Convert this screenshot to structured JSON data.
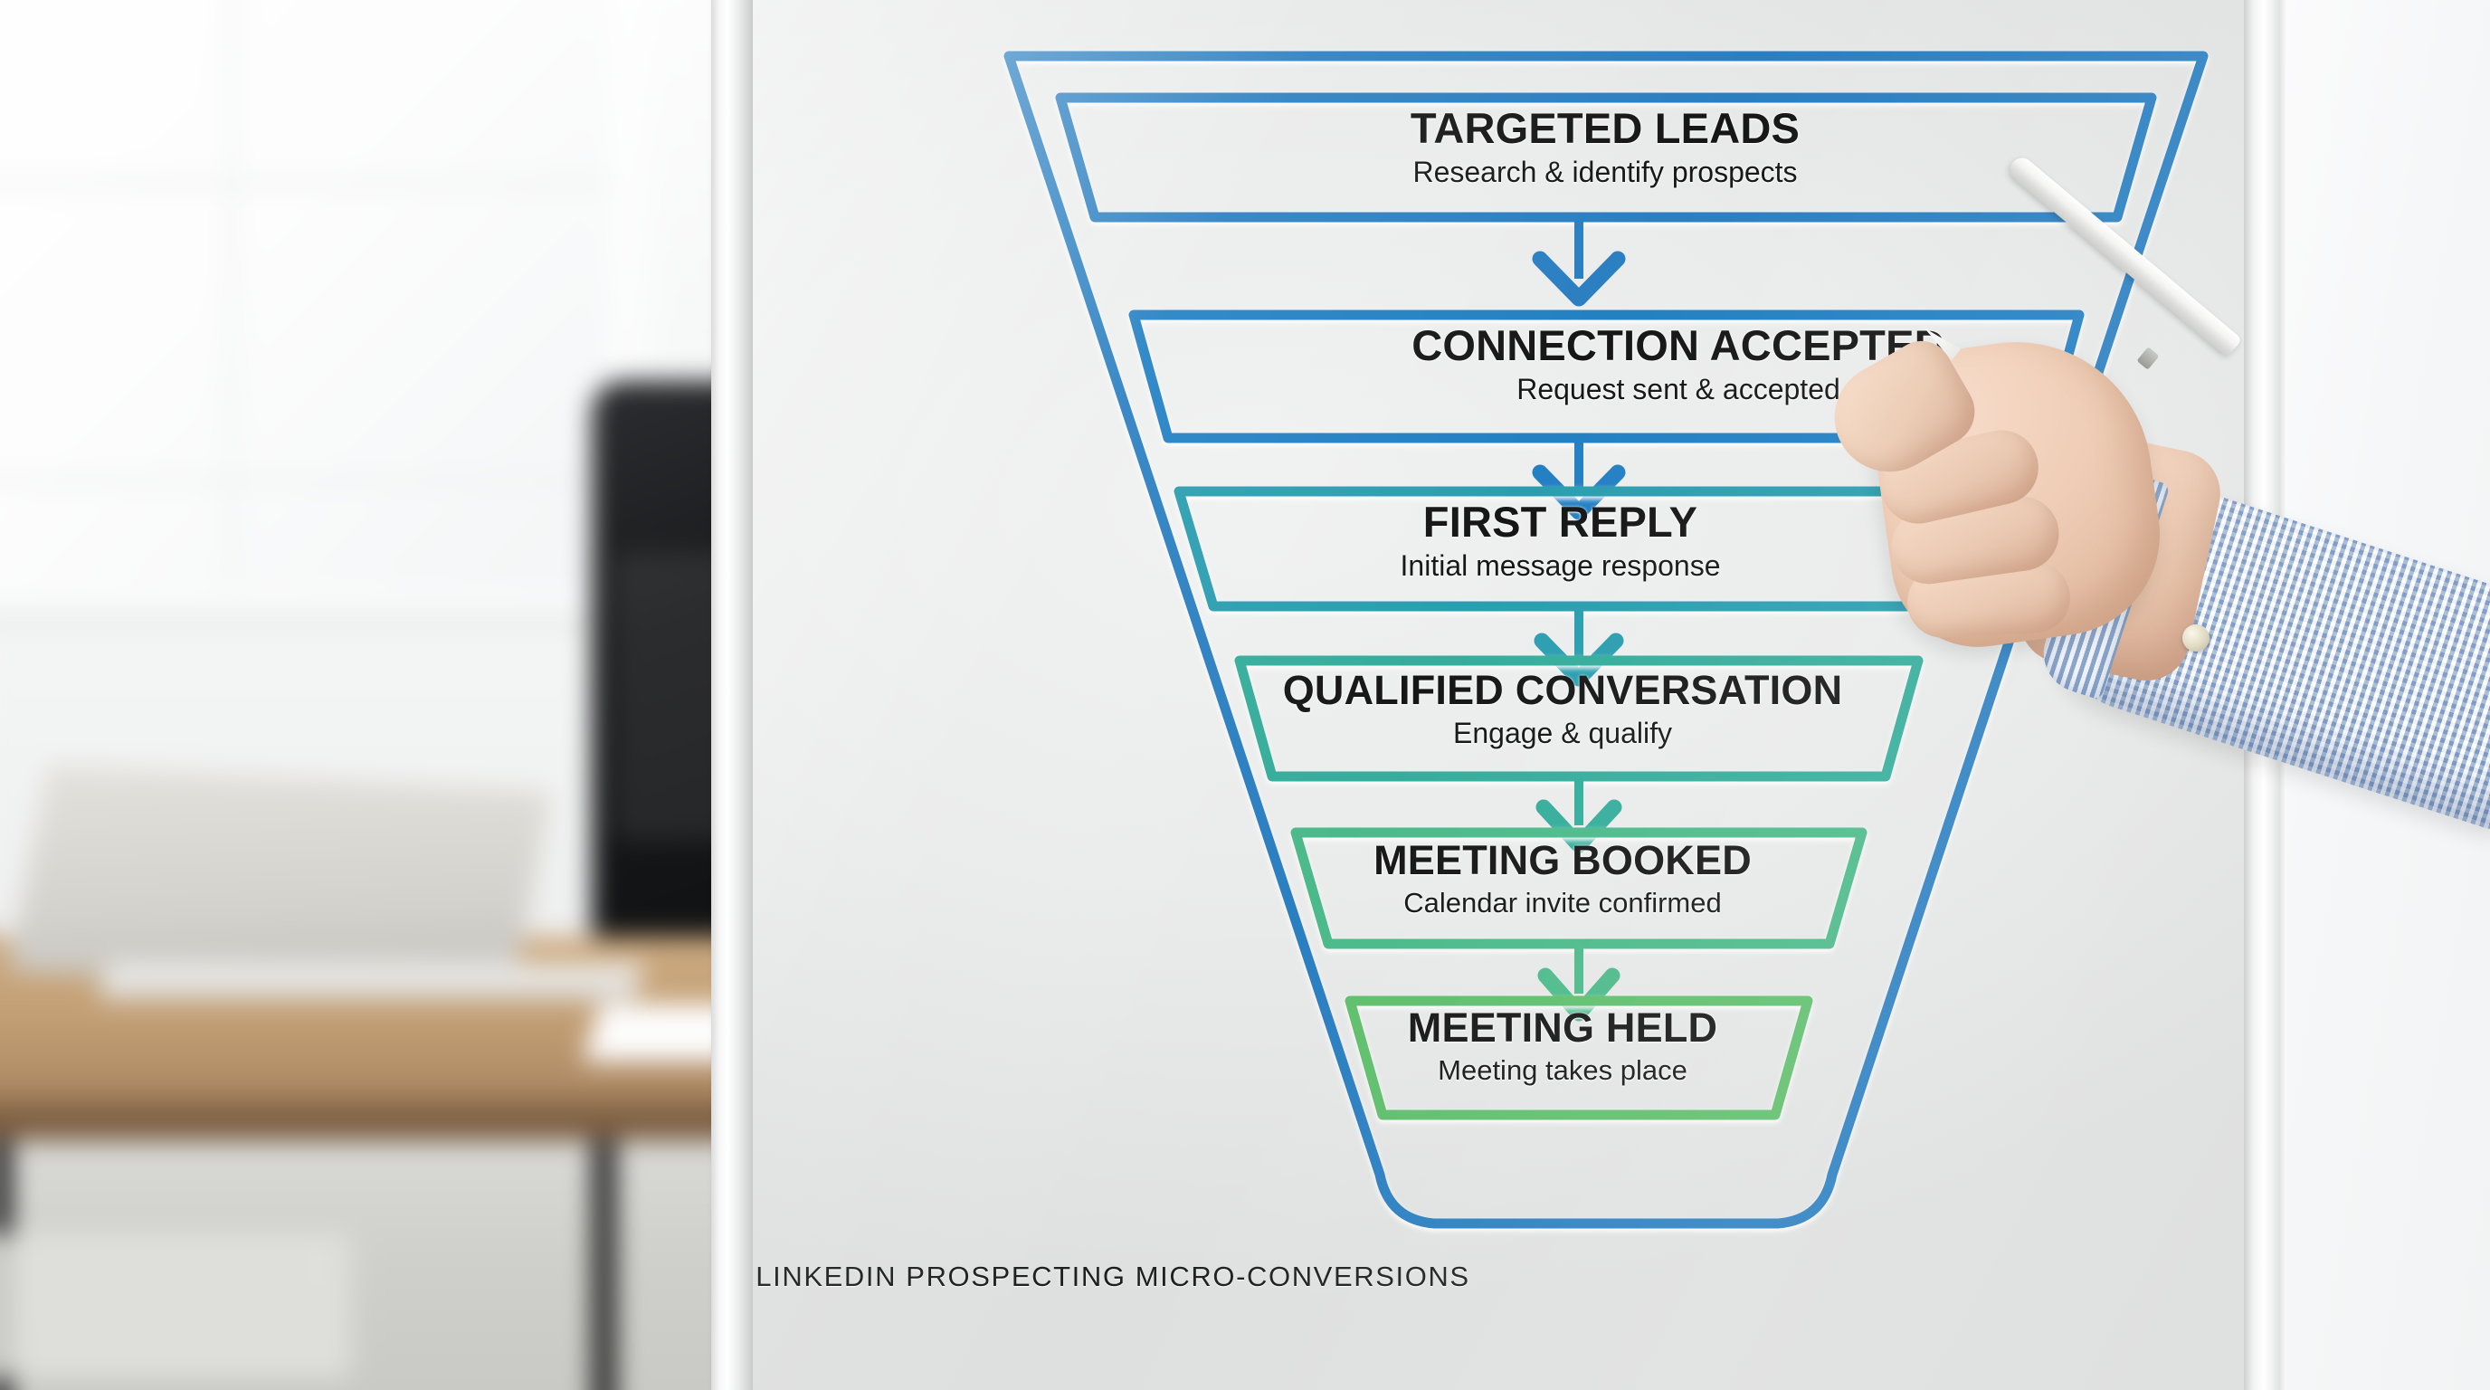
{
  "scene": {
    "medium": "whiteboard-flipchart",
    "background_description": "blurred bright office with window, wooden desk, laptop and black office chair",
    "board_surface_color": "#eaebeb",
    "wall_color": "#f6f7f8"
  },
  "diagram": {
    "type": "funnel",
    "caption": "LINKEDIN PROSPECTING MICRO-CONVERSIONS",
    "outline_color": "#2a7fc1",
    "stage_count": 6,
    "stages": [
      {
        "index": 1,
        "title": "TARGETED LEADS",
        "subtitle": "Research & identify prospects",
        "color": "#2a7fc1"
      },
      {
        "index": 2,
        "title": "CONNECTION ACCEPTED",
        "subtitle": "Request sent & accepted",
        "color": "#2380c3"
      },
      {
        "index": 3,
        "title": "FIRST REPLY",
        "subtitle": "Initial message response",
        "color": "#2a9eb0"
      },
      {
        "index": 4,
        "title": "QUALIFIED CONVERSATION",
        "subtitle": "Engage & qualify",
        "color": "#34ad9b"
      },
      {
        "index": 5,
        "title": "MEETING BOOKED",
        "subtitle": "Calendar invite confirmed",
        "color": "#4cba8a"
      },
      {
        "index": 6,
        "title": "MEETING HELD",
        "subtitle": "Meeting takes place",
        "color": "#5fbf6c"
      }
    ],
    "connectors": [
      {
        "from": 1,
        "to": 2,
        "color": "#2a7fc1",
        "glyph": "down-arrow"
      },
      {
        "from": 2,
        "to": 3,
        "color": "#2380c3",
        "glyph": "down-arrow"
      },
      {
        "from": 3,
        "to": 4,
        "color": "#2a9eb0",
        "glyph": "down-arrow"
      },
      {
        "from": 4,
        "to": 5,
        "color": "#34ad9b",
        "glyph": "down-arrow"
      },
      {
        "from": 5,
        "to": 6,
        "color": "#4cba8a",
        "glyph": "down-arrow"
      }
    ]
  },
  "presenter": {
    "hand": "right hand pointing at the board",
    "holding": "white stylus pen",
    "sleeve": "light blue micro-check dress shirt",
    "skin_tone": "#eccdb6",
    "stylus_color": "#f4f4f3"
  },
  "chart_data": {
    "type": "funnel",
    "title": "LINKEDIN PROSPECTING MICRO-CONVERSIONS",
    "categories": [
      "TARGETED LEADS",
      "CONNECTION ACCEPTED",
      "FIRST REPLY",
      "QUALIFIED CONVERSATION",
      "MEETING BOOKED",
      "MEETING HELD"
    ],
    "descriptions": [
      "Research & identify prospects",
      "Request sent & accepted",
      "Initial message response",
      "Engage & qualify",
      "Calendar invite confirmed",
      "Meeting takes place"
    ],
    "relative_widths": [
      1.0,
      0.86,
      0.72,
      0.58,
      0.44,
      0.33
    ],
    "colors": [
      "#2a7fc1",
      "#2380c3",
      "#2a9eb0",
      "#34ad9b",
      "#4cba8a",
      "#5fbf6c"
    ],
    "values": [],
    "xlabel": "",
    "ylabel": "",
    "grid": false,
    "legend": "none",
    "orientation": "vertical-descending"
  }
}
